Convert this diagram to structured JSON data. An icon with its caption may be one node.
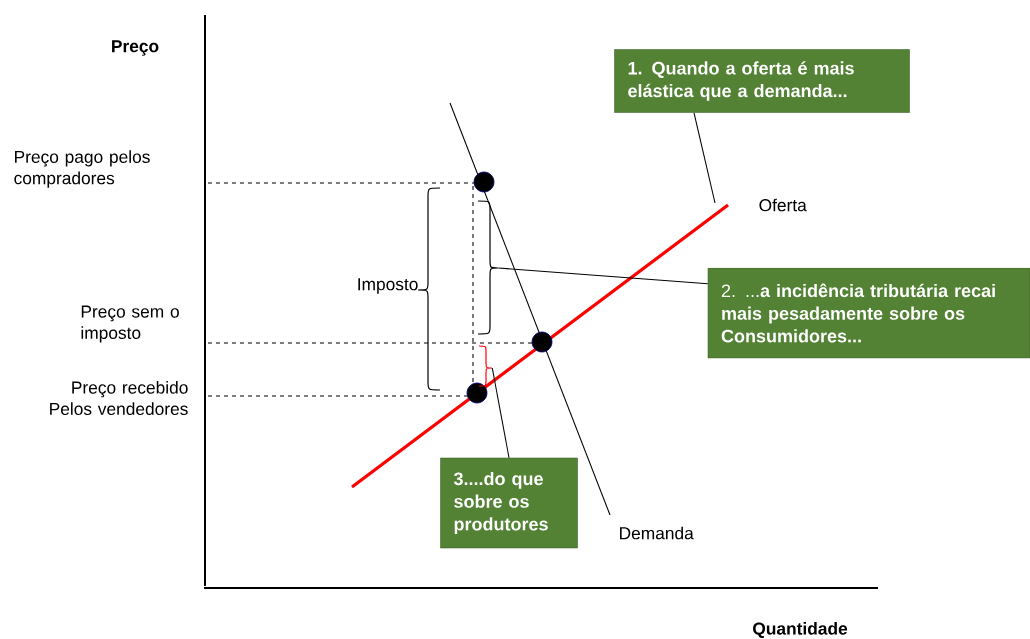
{
  "diagram": {
    "nodes": [
      {
        "text": [
          "1.  Quando a oferta é mais elástica que a demanda..."
        ]
      },
      {
        "text": [
          "2. ...**a incidência tributária recai mais pesadamente sobre os Consumidores...**"
        ]
      },
      {
        "text": [
          "3....do que sobre os produtores"
        ]
      },
      {
        "text": [],
        "shape": "brace"
      },
      {
        "text": [],
        "shape": "brace"
      }
    ],
    "edges": [
      {
        "from": 0,
        "to": null,
        "arrow": "none"
      },
      {
        "from": 1,
        "to": 3,
        "arrow": "none"
      },
      {
        "from": 2,
        "to": 4,
        "arrow": "none"
      }
    ],
    "labels": [
      "Preço",
      "Preço pago pelos compradores",
      "Oferta",
      "Imposto",
      "Preço sem o imposto",
      "Preço recebido Pelos vendedores",
      "Demanda",
      "Quantidade"
    ]
  }
}
